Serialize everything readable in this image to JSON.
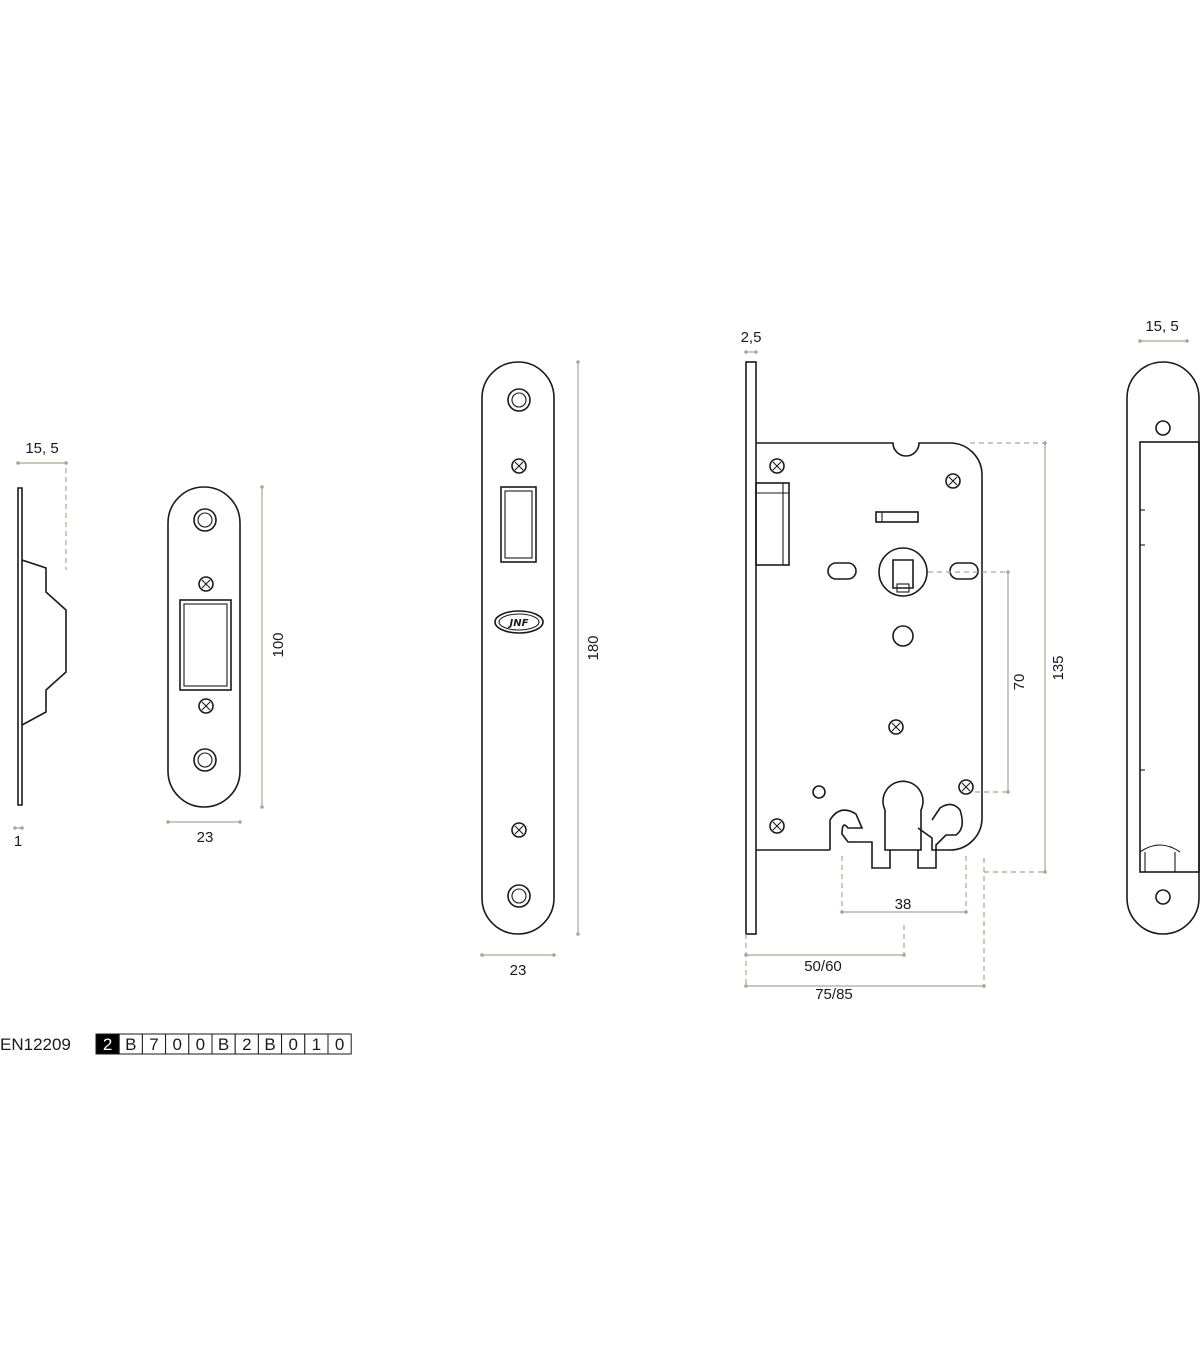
{
  "dimensions": {
    "strike_side_width": "15, 5",
    "strike_side_thickness": "1",
    "strike_front_width": "23",
    "strike_front_height": "100",
    "faceplate_width": "23",
    "faceplate_height": "180",
    "faceplate_thickness": "2,5",
    "handle_to_cylinder": "70",
    "case_height": "135",
    "case_depth": "38",
    "backset": "50/60",
    "total_depth": "75/85",
    "lock_side_width": "15, 5"
  },
  "logo_text": "JNF",
  "standard": {
    "label": "EN12209",
    "code": [
      "2",
      "B",
      "7",
      "0",
      "0",
      "B",
      "2",
      "B",
      "0",
      "1",
      "0"
    ]
  },
  "colors": {
    "line": "#1a1a1a",
    "dimension": "#a7a694"
  }
}
